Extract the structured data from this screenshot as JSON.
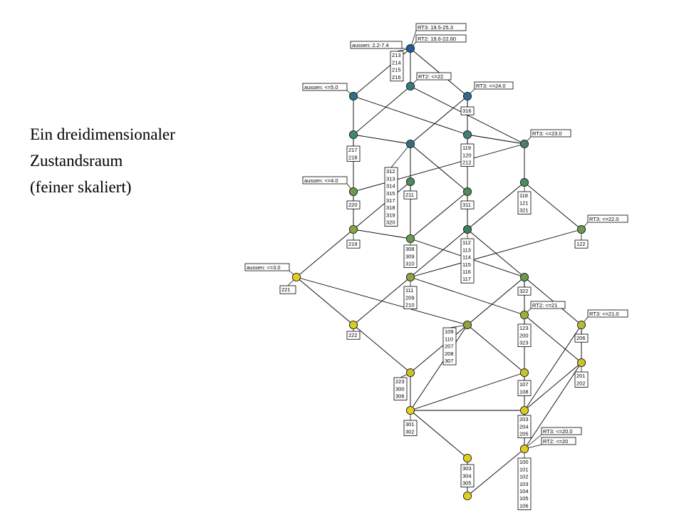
{
  "caption": {
    "line1": "Ein dreidimensionaler",
    "line2": "Zustandsraum",
    "line3": "(feiner skaliert)"
  },
  "colors": {
    "node_dark_blue": "#1f5e9a",
    "node_teal": "#3f7f78",
    "node_green": "#5c8f4e",
    "node_olive": "#8ea43c",
    "node_yellow_green": "#bfc02c",
    "node_yellow": "#e3cf1c",
    "line": "#000000"
  },
  "diagram": {
    "nodes": [
      {
        "id": "top",
        "fill": "#1f5e9a"
      },
      {
        "id": "a1",
        "fill": "#2f6f8a"
      },
      {
        "id": "b1",
        "fill": "#3a7a7e"
      },
      {
        "id": "c1",
        "fill": "#2f6a92"
      },
      {
        "id": "a2",
        "fill": "#3f8a6e"
      },
      {
        "id": "b2",
        "fill": "#356f7e"
      },
      {
        "id": "c2",
        "fill": "#3f7f78"
      },
      {
        "id": "d2",
        "fill": "#4a7f6a"
      },
      {
        "id": "a3",
        "fill": "#6a9a4a"
      },
      {
        "id": "b3",
        "fill": "#4f8a5e"
      },
      {
        "id": "c3",
        "fill": "#4f8a5e"
      },
      {
        "id": "d3",
        "fill": "#4f8a5e"
      },
      {
        "id": "a4",
        "fill": "#86a83e"
      },
      {
        "id": "b4",
        "fill": "#6a9a4a"
      },
      {
        "id": "c4",
        "fill": "#3f7f5e"
      },
      {
        "id": "d4",
        "fill": "#6a9a4a"
      },
      {
        "id": "a5",
        "fill": "#e3cf1c"
      },
      {
        "id": "b5",
        "fill": "#8ea43c"
      },
      {
        "id": "c5",
        "fill": "#6a9a4a"
      },
      {
        "id": "a6",
        "fill": "#d7cc22"
      },
      {
        "id": "b6",
        "fill": "#8ea43c"
      },
      {
        "id": "c6",
        "fill": "#9fb03a"
      },
      {
        "id": "d6",
        "fill": "#b8bb30"
      },
      {
        "id": "b7",
        "fill": "#c6c22a"
      },
      {
        "id": "c7",
        "fill": "#c8c22a"
      },
      {
        "id": "d7",
        "fill": "#c6c22a"
      },
      {
        "id": "b8",
        "fill": "#e3cf1c"
      },
      {
        "id": "c8",
        "fill": "#d7cc22"
      },
      {
        "id": "c9",
        "fill": "#dccd1e"
      },
      {
        "id": "b9",
        "fill": "#e3cf1c"
      },
      {
        "id": "bottom",
        "fill": "#e3cf1c"
      }
    ],
    "attribute_labels": [
      "RT3: 19.5-25.3",
      "RT2: 19.6-22.60",
      "aussen: 2.2-7.4",
      "RT2: <=22",
      "RT3: <=24.0",
      "aussen: <=5.0",
      "RT3: <=23.0",
      "aussen: <=4.0",
      "RT3: <=22.0",
      "aussen: <=3.0",
      "RT2: <=21",
      "RT3: <=21.0",
      "RT3: <=20.0",
      "RT2: <=20"
    ],
    "object_labels": [
      [
        "213",
        "214",
        "215",
        "216"
      ],
      [
        "316"
      ],
      [
        "217",
        "218"
      ],
      [
        "119",
        "120",
        "212"
      ],
      [
        "312",
        "313",
        "314",
        "315",
        "317",
        "318",
        "319",
        "320"
      ],
      [
        "211"
      ],
      [
        "311"
      ],
      [
        "118",
        "121",
        "321"
      ],
      [
        "220"
      ],
      [
        "219"
      ],
      [
        "308",
        "309",
        "310"
      ],
      [
        "112",
        "113",
        "114",
        "115",
        "116",
        "117"
      ],
      [
        "122"
      ],
      [
        "221"
      ],
      [
        "111",
        "209",
        "210"
      ],
      [
        "322"
      ],
      [
        "222"
      ],
      [
        "109",
        "110",
        "207",
        "208",
        "307"
      ],
      [
        "123",
        "200",
        "323"
      ],
      [
        "206"
      ],
      [
        "201",
        "202"
      ],
      [
        "223",
        "300",
        "306"
      ],
      [
        "107",
        "108"
      ],
      [
        "301",
        "302"
      ],
      [
        "203",
        "204",
        "205"
      ],
      [
        "303",
        "304",
        "305"
      ],
      [
        "100",
        "101",
        "102",
        "103",
        "104",
        "105",
        "106"
      ]
    ]
  }
}
